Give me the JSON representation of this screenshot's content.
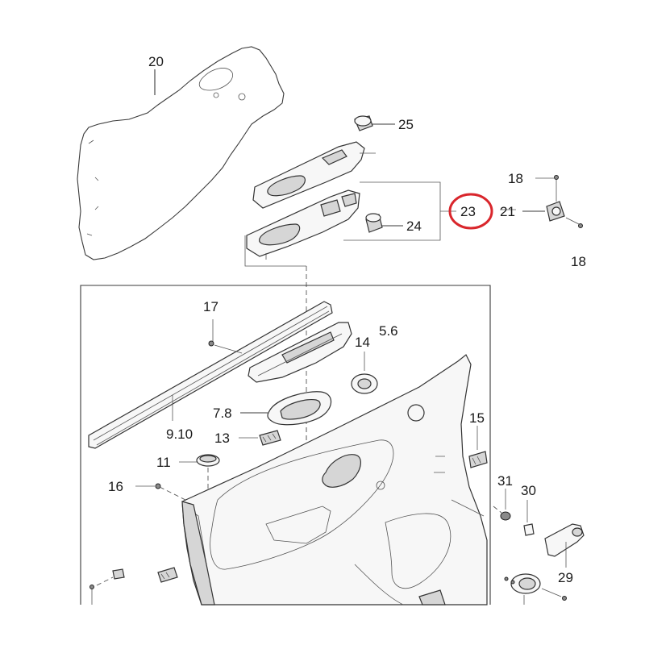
{
  "labels": {
    "l20": "20",
    "l25": "25",
    "l18a": "18",
    "l21": "21",
    "l23": "23",
    "l24": "24",
    "l18b": "18",
    "l17": "17",
    "l14": "14",
    "l56": "5.6",
    "l78": "7.8",
    "l910": "9.10",
    "l13": "13",
    "l15": "15",
    "l11": "11",
    "l16": "16",
    "l31": "31",
    "l30": "30",
    "l29": "29"
  },
  "highlight": {
    "part": "23",
    "color": "#d9262c"
  }
}
